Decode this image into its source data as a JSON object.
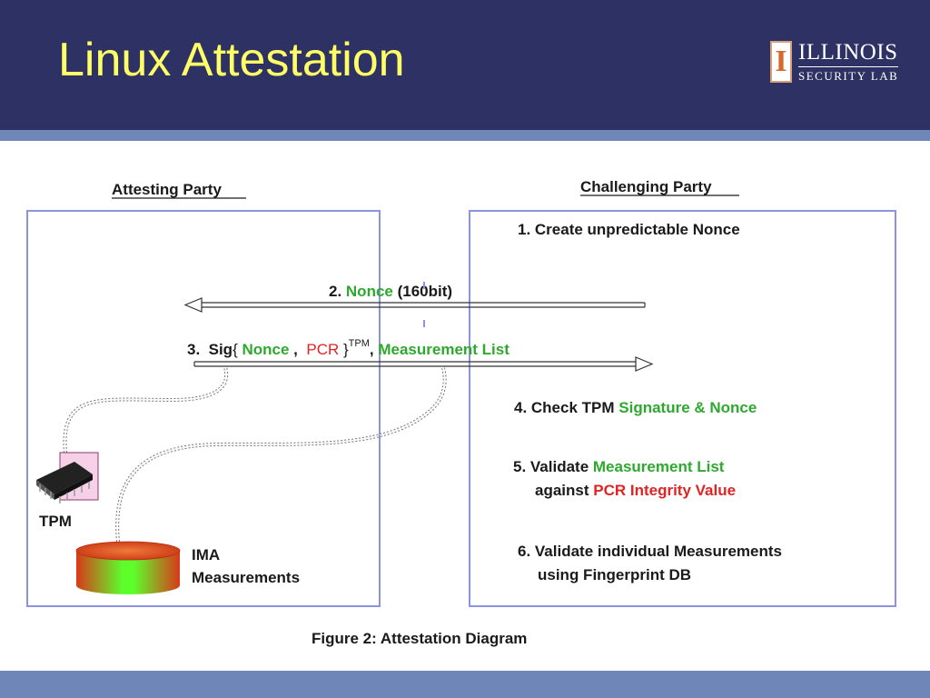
{
  "slide": {
    "title": "Linux Attestation",
    "logo": {
      "line1": "ILLINOIS",
      "line2": "SECURITY LAB",
      "mark": "I"
    }
  },
  "diagram": {
    "attesting_party_label": "Attesting Party",
    "challenging_party_label": "Challenging Party",
    "step1": "1. Create unpredictable Nonce",
    "step2": {
      "prefix": "2. ",
      "nonce": "Nonce",
      "suffix": " (160bit)"
    },
    "step3": {
      "prefix": "3.  ",
      "sig": "Sig",
      "brace_open": "{ ",
      "nonce": "Nonce",
      "comma1": " ,  ",
      "pcr": "PCR",
      "brace_close": " }",
      "superscript": "TPM",
      "comma2": ", ",
      "measurement_list": "Measurement List"
    },
    "step4": {
      "prefix": "4. Check TPM ",
      "highlight": "Signature & Nonce"
    },
    "step5": {
      "line1_prefix": "5. Validate ",
      "line1_highlight": "Measurement List",
      "line2_prefix": "against ",
      "line2_highlight": "PCR Integrity Value"
    },
    "step6": {
      "line1": "6. Validate individual Measurements",
      "line2": "using Fingerprint DB"
    },
    "tpm_label": "TPM",
    "ima_label": {
      "line1": "IMA",
      "line2": "Measurements"
    },
    "caption": "Figure 2: Attestation Diagram"
  },
  "colors": {
    "header_bg": "#2e3163",
    "title": "#ffff66",
    "stripe": "#6f86b8",
    "green_text": "#2ea82e",
    "red_text": "#e02424",
    "box_border": "#8c94e0"
  }
}
